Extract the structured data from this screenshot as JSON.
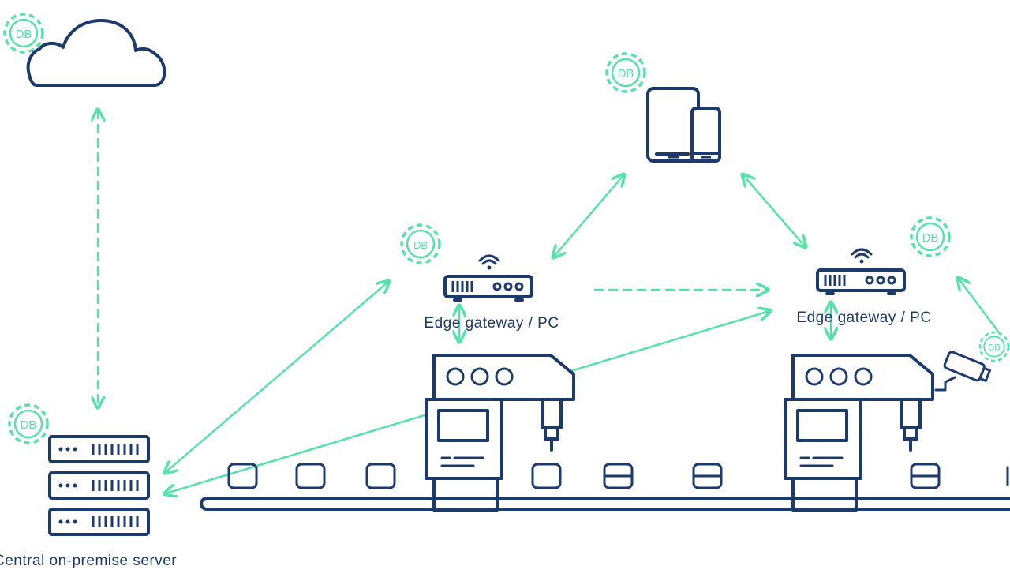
{
  "colors": {
    "navy": "#1c3a6b",
    "accent": "#55e2aa",
    "background": "#ffffff"
  },
  "labels": {
    "server": "Central on-premise server",
    "gateway_left": "Edge gateway / PC",
    "gateway_right": "Edge gateway / PC"
  },
  "db_badges": {
    "cloud": "DB",
    "mobile": "DB",
    "gateway_left": "DB",
    "gateway_right": "DB",
    "server": "DB",
    "camera": "DB"
  },
  "icons": [
    "cloud-icon",
    "tablet-phone-icon",
    "router-icon",
    "wifi-icon",
    "server-rack-icon",
    "robot-machine-icon",
    "security-camera-icon",
    "db-gear-icon",
    "conveyor-belt"
  ]
}
